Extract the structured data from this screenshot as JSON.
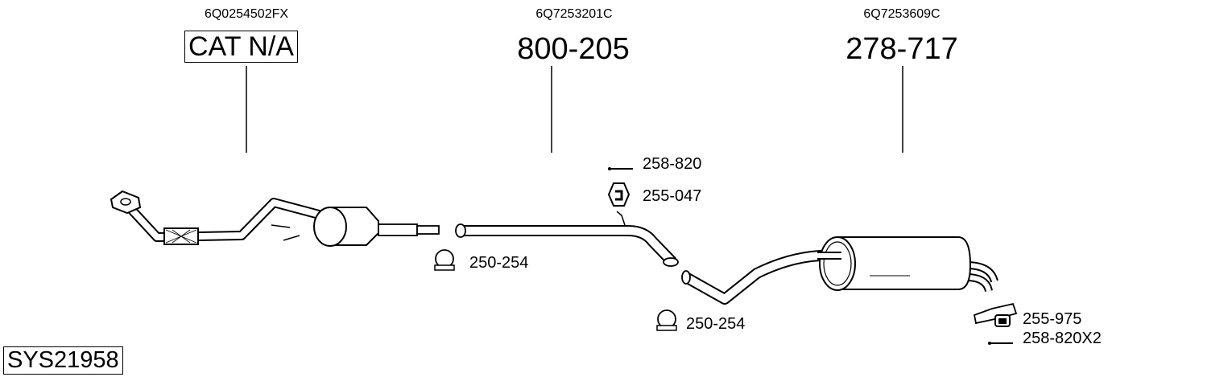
{
  "assemblies": [
    {
      "oe_number": "6Q0254502FX",
      "part_number": "CAT N/A",
      "boxed": true
    },
    {
      "oe_number": "6Q7253201C",
      "part_number": "800-205",
      "boxed": false
    },
    {
      "oe_number": "6Q7253609C",
      "part_number": "278-717",
      "boxed": false
    }
  ],
  "accessories": [
    {
      "part_number": "258-820",
      "icon": "bolt-icon"
    },
    {
      "part_number": "255-047",
      "icon": "rubber-hanger-icon"
    },
    {
      "part_number": "250-254",
      "icon": "clamp-icon"
    },
    {
      "part_number": "250-254",
      "icon": "clamp-icon"
    },
    {
      "part_number": "255-975",
      "icon": "mounting-bracket-icon"
    },
    {
      "part_number": "258-820X2",
      "icon": "bolt-icon"
    }
  ],
  "system_id": "SYS21958"
}
